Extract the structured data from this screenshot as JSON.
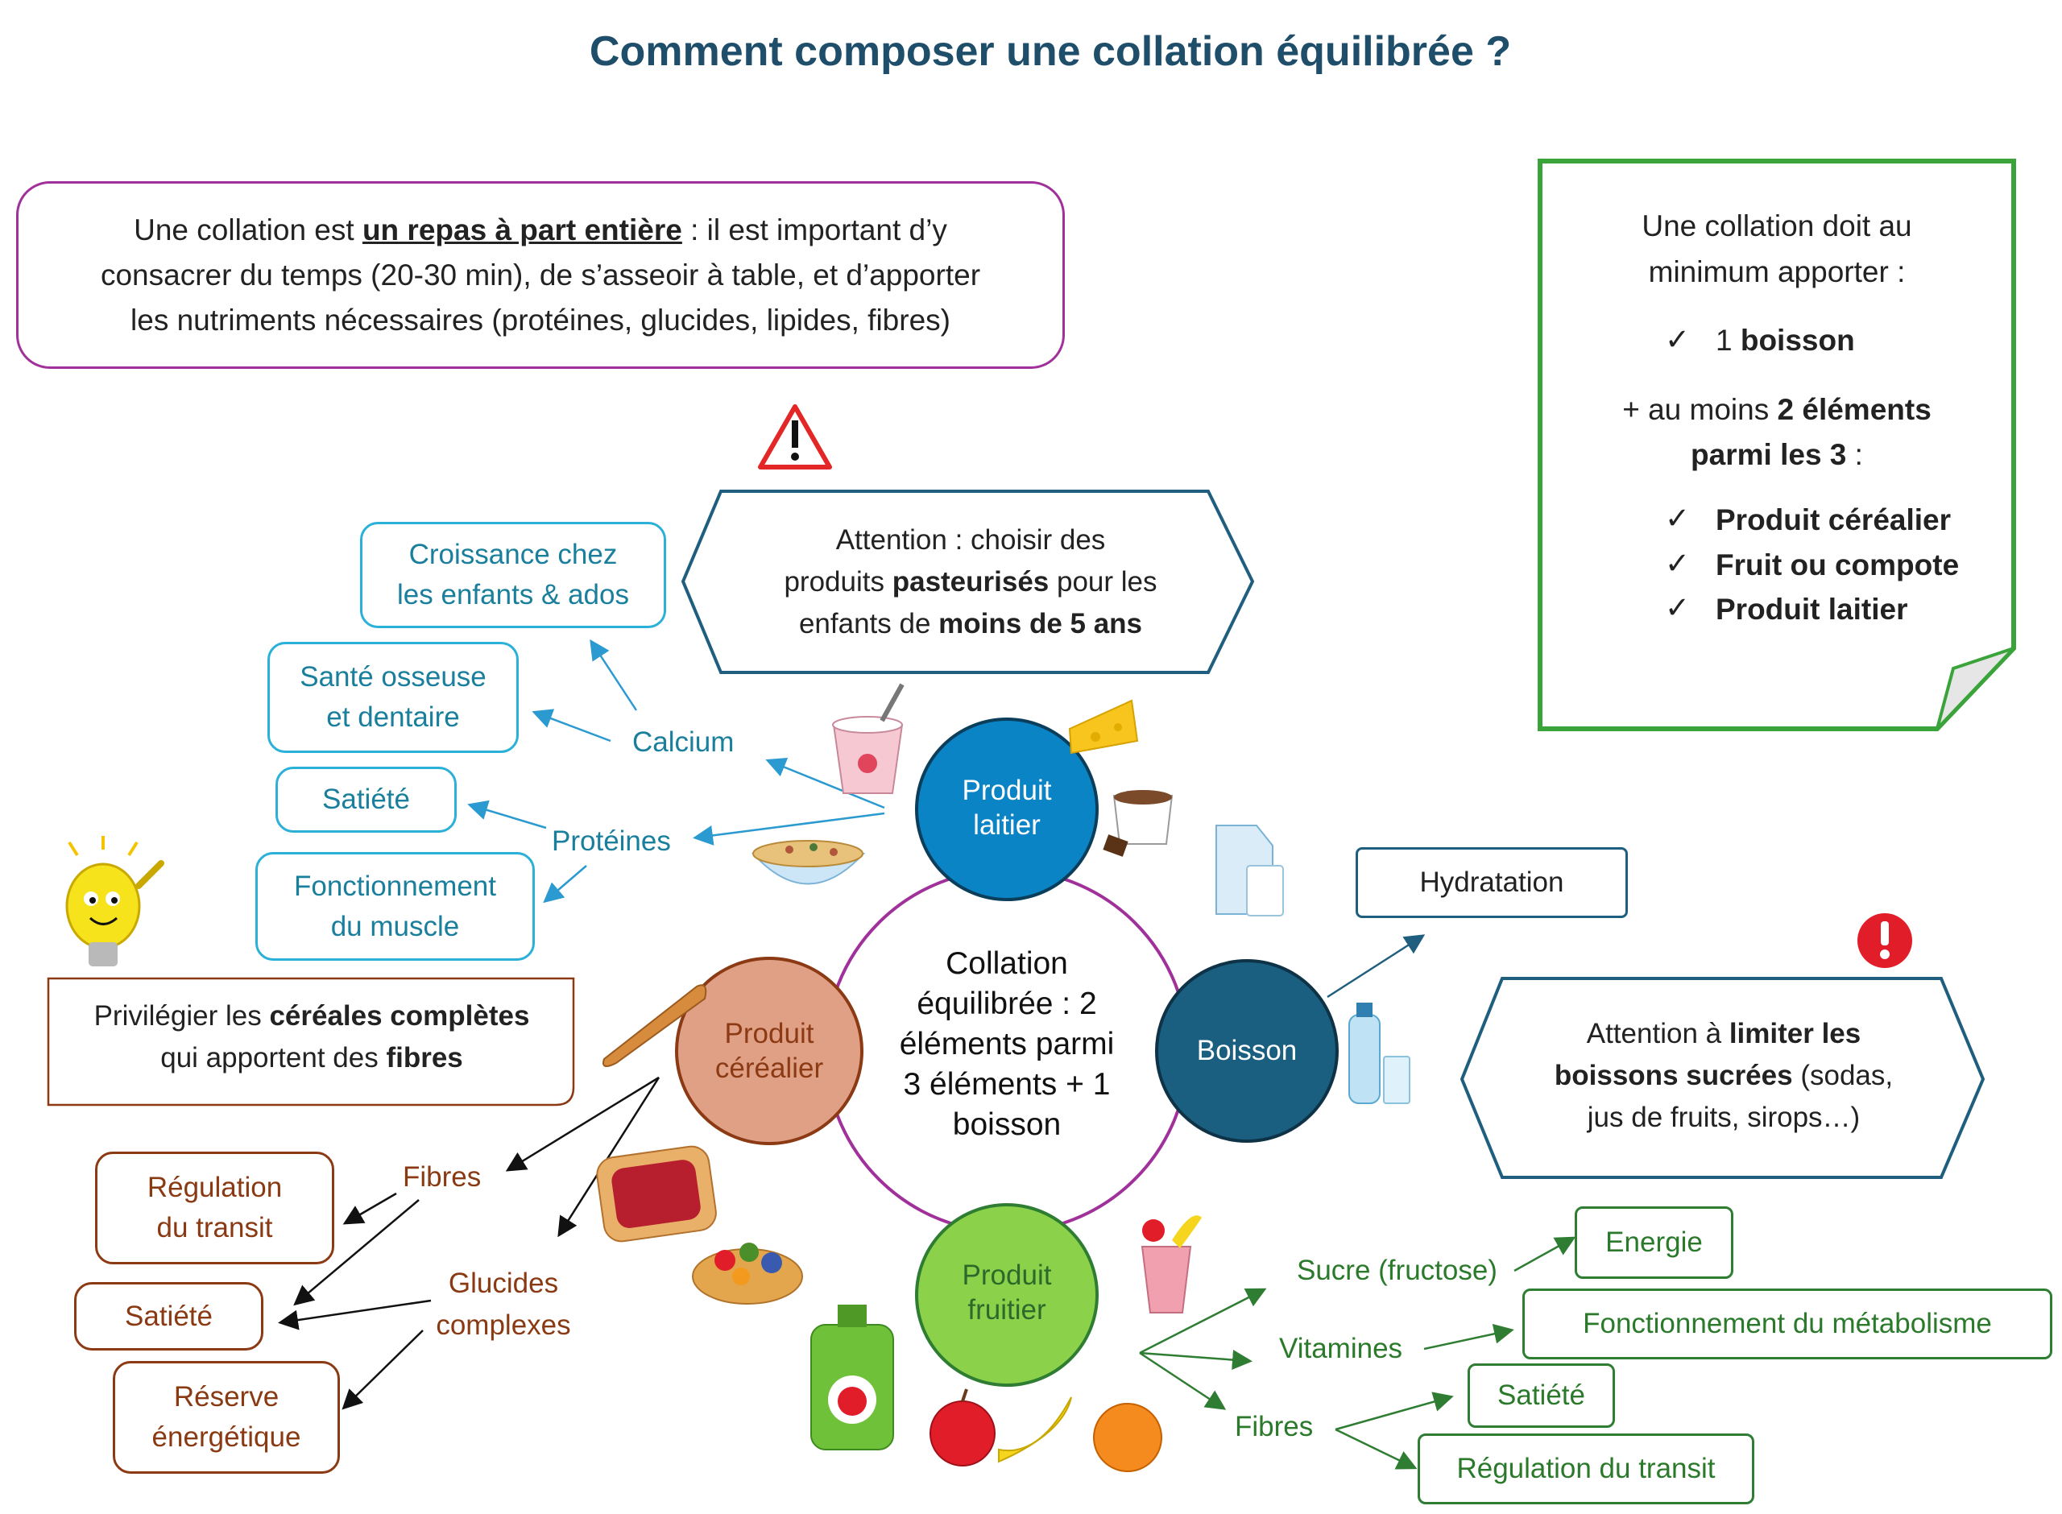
{
  "title": "Comment composer une collation équilibrée ?",
  "intro": {
    "line1_a": "Une collation est ",
    "line1_b": "un repas à part entière",
    "line1_c": " : il est important d’y",
    "line2": "consacrer du temps (20-30 min), de s’asseoir à table, et d’apporter",
    "line3": "les nutriments nécessaires (protéines, glucides, lipides, fibres)"
  },
  "rule_box": {
    "line1": "Une collation doit au",
    "line2": "minimum apporter :",
    "item_boisson_a": "1 ",
    "item_boisson_b": "boisson",
    "plus_a": "+ au moins ",
    "plus_b": "2 éléments",
    "plus_c": "parmi les 3",
    "plus_d": " :",
    "items": [
      "Produit céréalier",
      "Fruit ou compote",
      "Produit laitier"
    ],
    "check": "✓"
  },
  "warning_pasteurise": {
    "l1": "Attention : choisir des",
    "l2_a": "produits ",
    "l2_b": "pasteurisés",
    "l2_c": " pour les",
    "l3_a": "enfants de ",
    "l3_b": "moins de 5 ans"
  },
  "warning_sucre": {
    "l1_a": "Attention à ",
    "l1_b": "limiter les",
    "l2_a": "boissons sucrées",
    "l2_b": " (sodas,",
    "l3": "jus de fruits, sirops…)"
  },
  "cereal_tip": {
    "l1_a": "Privilégier les ",
    "l1_b": "céréales complètes",
    "l2_a": "qui apportent des ",
    "l2_b": "fibres"
  },
  "center": {
    "l1": "Collation",
    "l2": "équilibrée : 2",
    "l3": "éléments parmi",
    "l4": "3 éléments + 1",
    "l5": "boisson"
  },
  "nodes": {
    "laitier_l1": "Produit",
    "laitier_l2": "laitier",
    "cerealier_l1": "Produit",
    "cerealier_l2": "céréalier",
    "fruitier_l1": "Produit",
    "fruitier_l2": "fruitier",
    "boisson": "Boisson"
  },
  "laitier_branch": {
    "calcium": "Calcium",
    "proteines": "Protéines",
    "croissance_l1": "Croissance chez",
    "croissance_l2": "les enfants & ados",
    "sante_l1": "Santé osseuse",
    "sante_l2": "et dentaire",
    "satiete": "Satiété",
    "muscle_l1": "Fonctionnement",
    "muscle_l2": "du muscle"
  },
  "cereal_branch": {
    "fibres": "Fibres",
    "glucides_l1": "Glucides",
    "glucides_l2": "complexes",
    "regulation_l1": "Régulation",
    "regulation_l2": "du transit",
    "satiete": "Satiété",
    "reserve_l1": "Réserve",
    "reserve_l2": "énergétique"
  },
  "boisson_branch": {
    "hydratation": "Hydratation"
  },
  "fruit_branch": {
    "sucre": "Sucre (fructose)",
    "vitamines": "Vitamines",
    "fibres": "Fibres",
    "energie": "Energie",
    "metabolisme": "Fonctionnement du métabolisme",
    "satiete": "Satiété",
    "transit": "Régulation du transit"
  },
  "icon_names": [
    "warning-triangle-icon",
    "exclamation-circle-icon",
    "lightbulb-icon",
    "yogurt-icon",
    "cheese-icon",
    "hot-chocolate-icon",
    "milk-icon",
    "cereal-bowl-icon",
    "baguette-icon",
    "toast-jam-icon",
    "fruit-tart-icon",
    "water-bottle-icon",
    "smoothie-icon",
    "compote-pouch-icon",
    "fruits-icon"
  ],
  "colors": {
    "title": "#1f4e6b",
    "intro_border": "#a0309a",
    "rule_border": "#3aa33a",
    "laitier": "#0b84c6",
    "cerealier": "#e0a086",
    "fruitier": "#8bd24a",
    "boisson": "#1a5e80",
    "center_ring": "#a0309a"
  }
}
